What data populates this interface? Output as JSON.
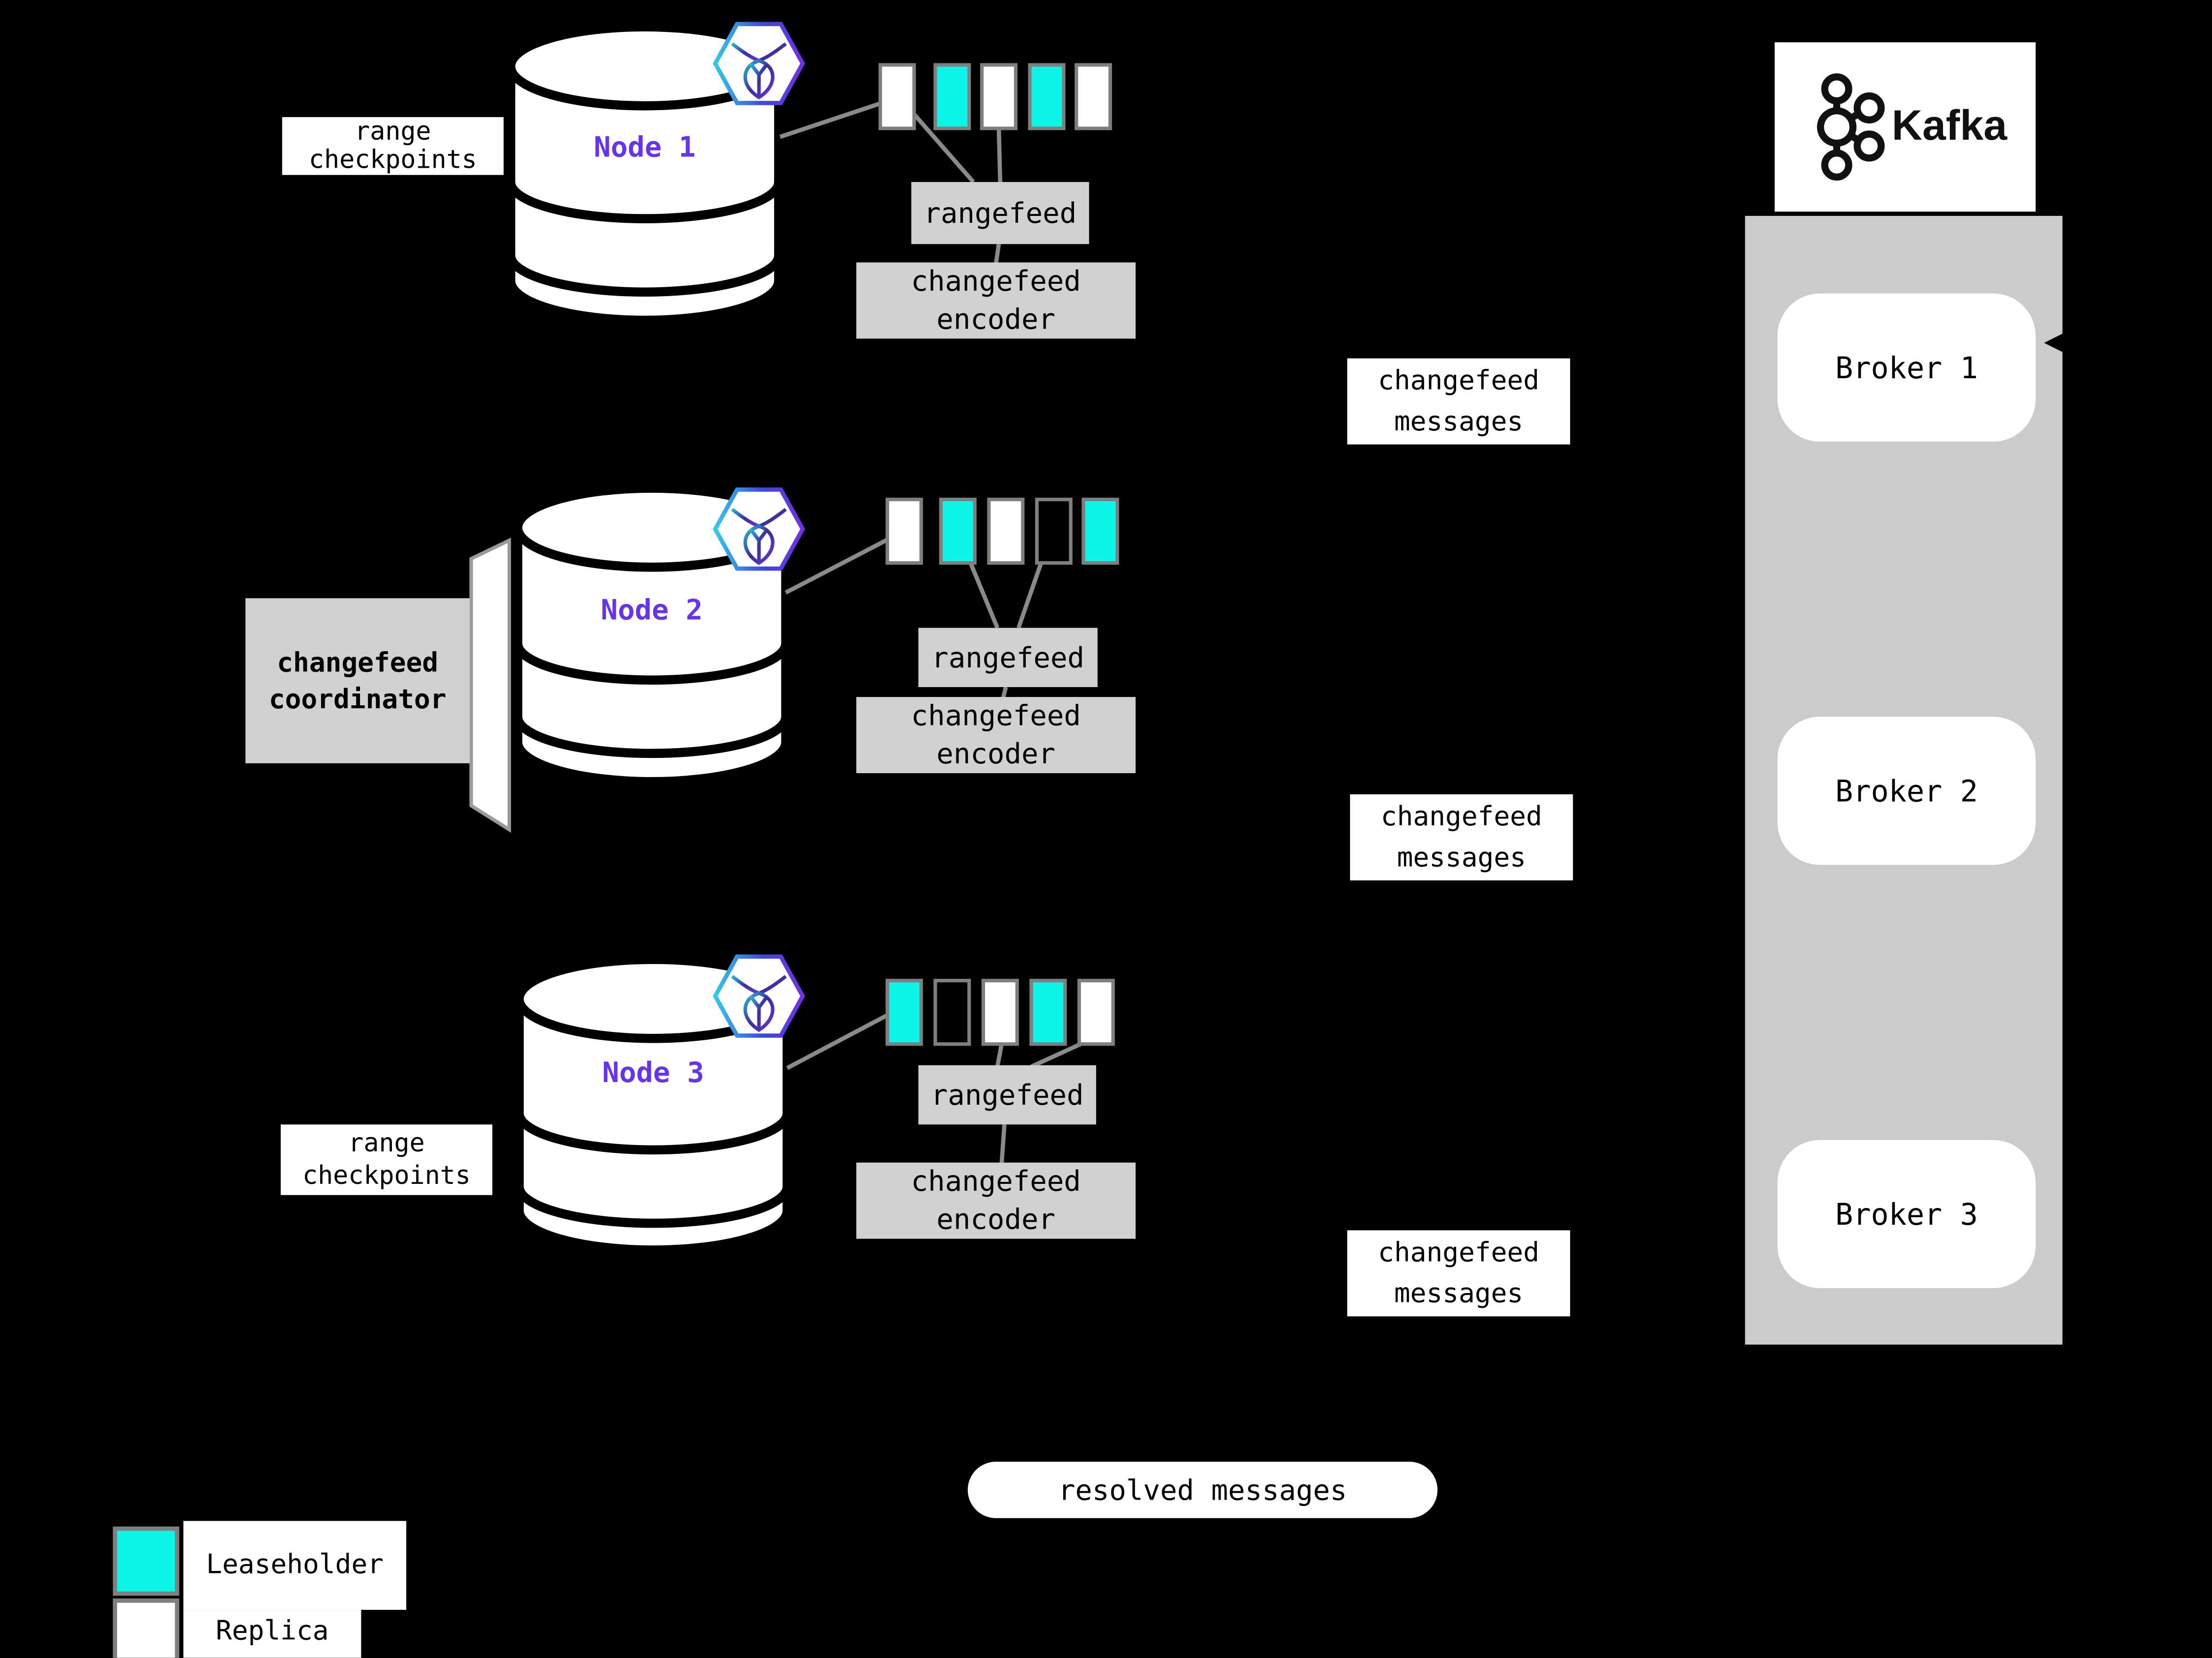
{
  "palette": {
    "leaseholder": "#0bf5e9",
    "replica": "#ffffff",
    "empty": "#000000",
    "node_accent": "#6633ee",
    "box_gray": "#d1d1d1",
    "kafka_gray": "#cbcbcb",
    "line_gray": "#8a8a8a"
  },
  "nodes": [
    {
      "label": "Node 1",
      "checkpoint": {
        "line1": "range",
        "line2": "checkpoints"
      },
      "ranges": [
        "replica",
        "leaseholder",
        "replica",
        "leaseholder",
        "replica"
      ],
      "rangefeed": "rangefeed",
      "encoder": {
        "line1": "changefeed",
        "line2": "encoder"
      },
      "messages": {
        "line1": "changefeed",
        "line2": "messages"
      }
    },
    {
      "label": "Node 2",
      "coordinator": {
        "line1": "changefeed",
        "line2": "coordinator"
      },
      "ranges": [
        "replica",
        "leaseholder",
        "replica",
        "empty",
        "leaseholder"
      ],
      "rangefeed": "rangefeed",
      "encoder": {
        "line1": "changefeed",
        "line2": "encoder"
      },
      "messages": {
        "line1": "changefeed",
        "line2": "messages"
      }
    },
    {
      "label": "Node 3",
      "checkpoint": {
        "line1": "range",
        "line2": "checkpoints"
      },
      "ranges": [
        "leaseholder",
        "empty",
        "replica",
        "leaseholder",
        "replica"
      ],
      "rangefeed": "rangefeed",
      "encoder": {
        "line1": "changefeed",
        "line2": "encoder"
      },
      "messages": {
        "line1": "changefeed",
        "line2": "messages"
      }
    }
  ],
  "resolved_label": "resolved messages",
  "kafka": {
    "logo_text": "Kafka",
    "brokers": [
      "Broker 1",
      "Broker 2",
      "Broker 3"
    ]
  },
  "legend": [
    {
      "type": "leaseholder",
      "label": "Leaseholder"
    },
    {
      "type": "replica",
      "label": "Replica"
    }
  ]
}
